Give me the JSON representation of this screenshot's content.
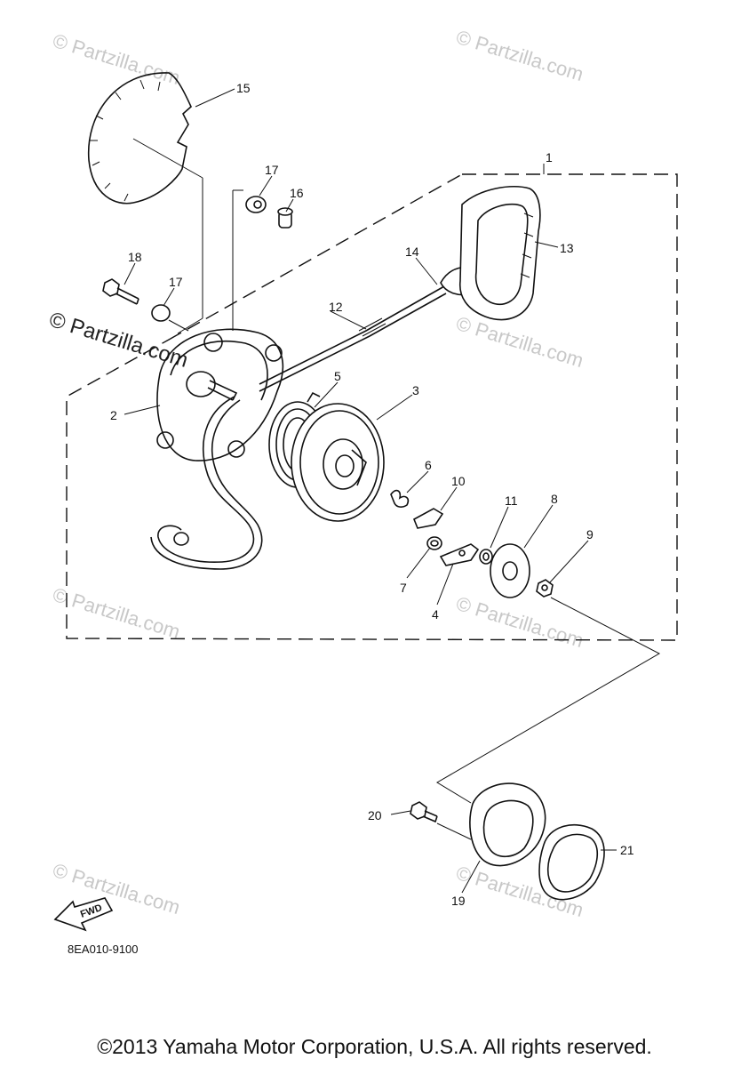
{
  "diagram": {
    "callouts": [
      {
        "id": "1",
        "text": "1"
      },
      {
        "id": "2",
        "text": "2"
      },
      {
        "id": "3",
        "text": "3"
      },
      {
        "id": "4",
        "text": "4"
      },
      {
        "id": "5",
        "text": "5"
      },
      {
        "id": "6",
        "text": "6"
      },
      {
        "id": "7",
        "text": "7"
      },
      {
        "id": "8",
        "text": "8"
      },
      {
        "id": "9",
        "text": "9"
      },
      {
        "id": "10",
        "text": "10"
      },
      {
        "id": "11",
        "text": "11"
      },
      {
        "id": "12",
        "text": "12"
      },
      {
        "id": "13",
        "text": "13"
      },
      {
        "id": "14",
        "text": "14"
      },
      {
        "id": "15",
        "text": "15"
      },
      {
        "id": "16",
        "text": "16"
      },
      {
        "id": "17a",
        "text": "17"
      },
      {
        "id": "17b",
        "text": "17"
      },
      {
        "id": "18",
        "text": "18"
      },
      {
        "id": "19",
        "text": "19"
      },
      {
        "id": "20",
        "text": "20"
      },
      {
        "id": "21",
        "text": "21"
      }
    ],
    "fwd_label": "FWD",
    "diagram_code": "8EA010-9100",
    "watermark": "© Partzilla.com",
    "watermark_dark": "© Partzilla.com"
  },
  "footer": {
    "copyright": "©2013 Yamaha Motor Corporation, U.S.A. All rights reserved."
  }
}
